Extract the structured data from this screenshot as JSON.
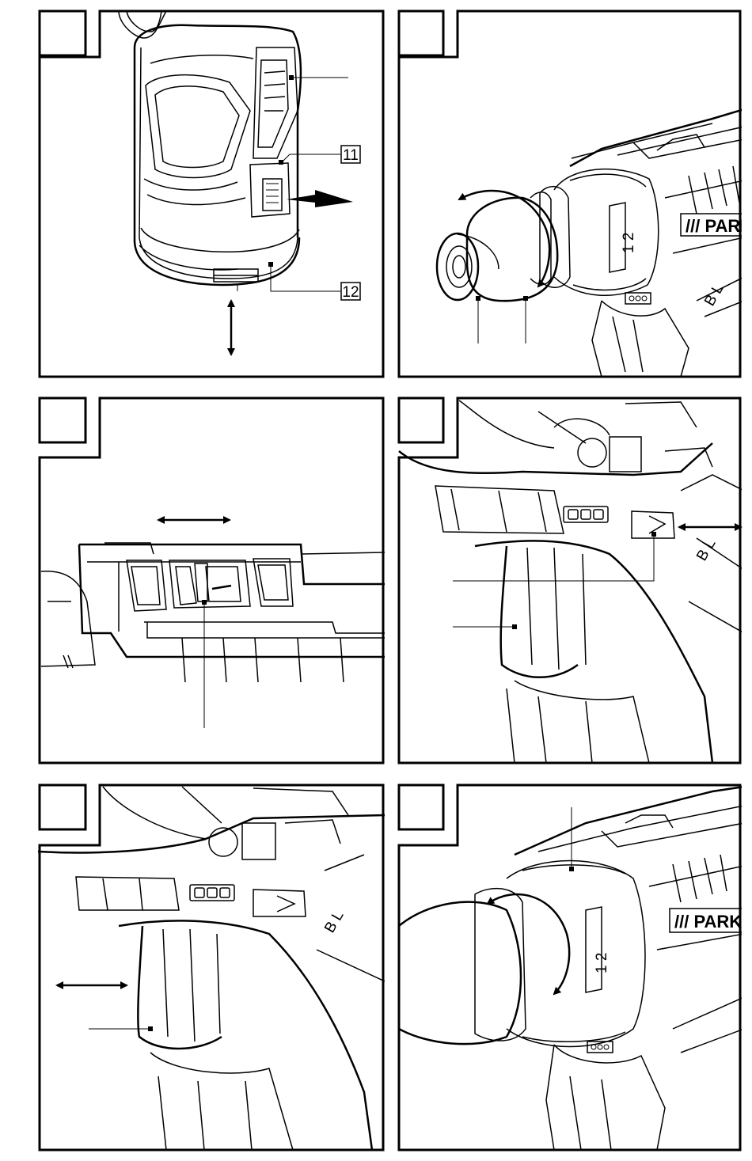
{
  "callouts": {
    "switch_upper": "11",
    "ring_lower": "12"
  },
  "brand": {
    "text_a": "/// PARK",
    "text_b": "/// PARK",
    "side_a": "B L",
    "side_b": "B L",
    "side_c": "B L"
  },
  "dial_marks": {
    "gear_a": "1 2",
    "gear_b": "1 2"
  },
  "colors": {
    "ink": "#000000",
    "paper": "#ffffff"
  }
}
